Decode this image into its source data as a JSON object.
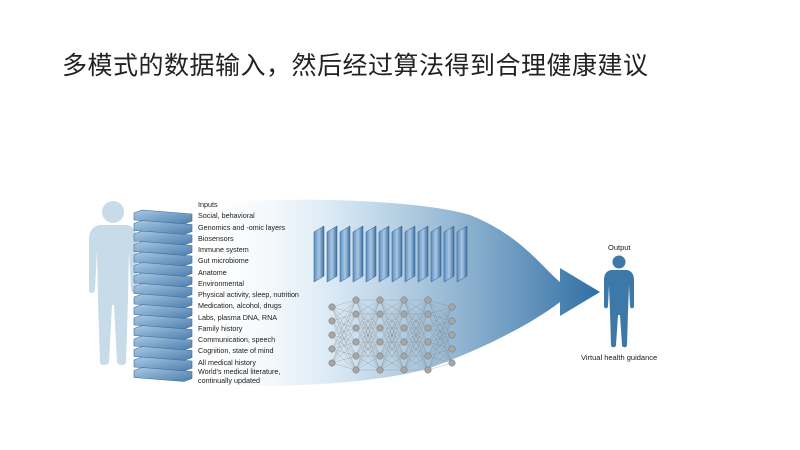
{
  "slide": {
    "title": "多模式的数据输入，然后经过算法得到合理健康建议"
  },
  "figure": {
    "inputs_heading": "Inputs",
    "inputs": [
      "Social, behavioral",
      "Genomics and -omic layers",
      "Biosensors",
      "Immune system",
      "Gut microbiome",
      "Anatome",
      "Environmental",
      "Physical activity, sleep, nutrition",
      "Medication, alcohol, drugs",
      "Labs, plasma DNA, RNA",
      "Family history",
      "Communication, speech",
      "Cognition, state of mind",
      "All medical history",
      "World's medical literature,",
      "continually updated"
    ],
    "output_label": "Output",
    "guidance_label": "Virtual health guidance",
    "colors": {
      "human_silhouette": "#c7dce8",
      "output_figure": "#3c78a8",
      "stack_layer": "#6f9fc6",
      "funnel": "#7fb0d6",
      "arrow": "#2f6ea3",
      "network_node": "#9a9a9a"
    },
    "icons": [
      "human-silhouette-icon",
      "data-stack-icon",
      "neural-network-icon",
      "arrow-icon",
      "person-icon"
    ]
  }
}
